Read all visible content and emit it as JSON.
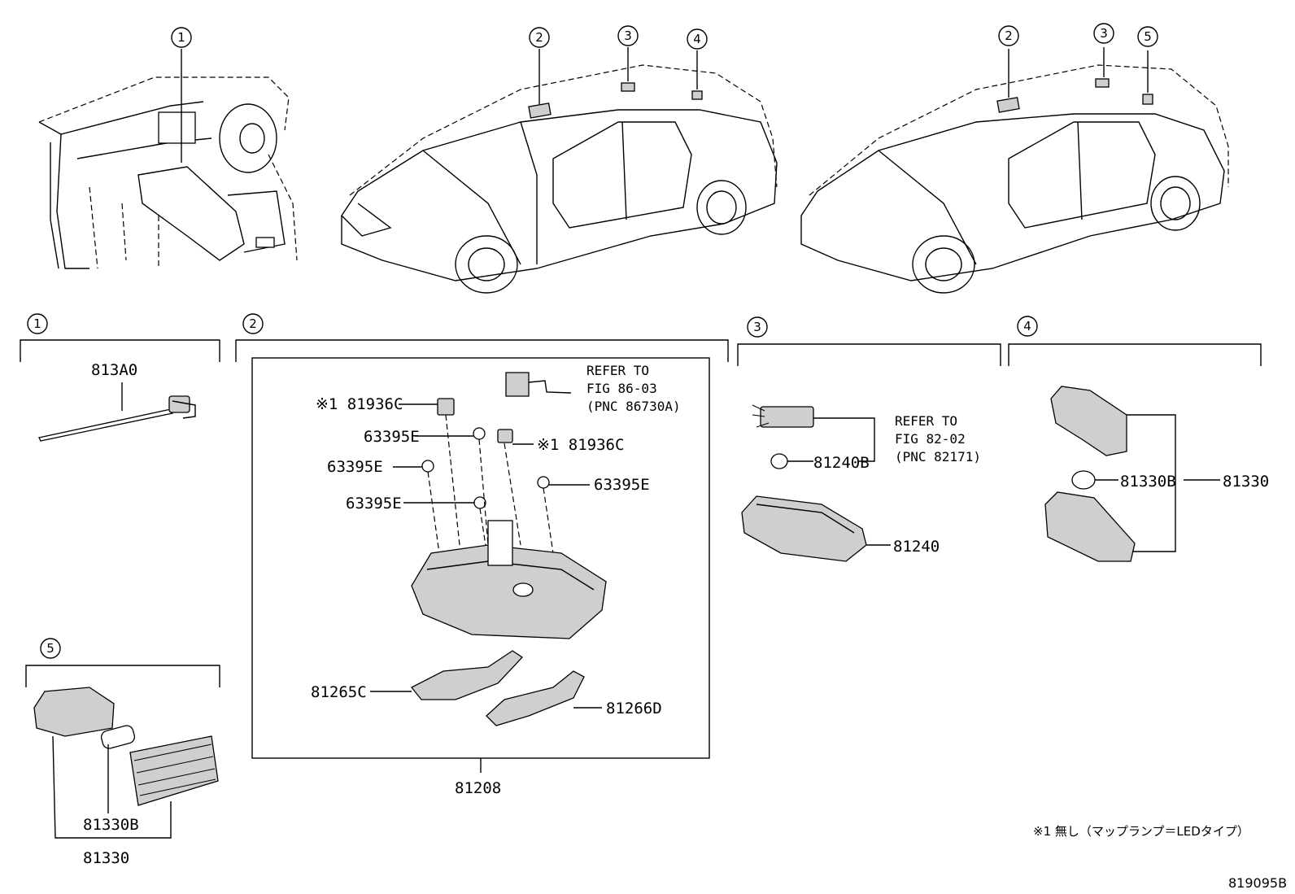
{
  "callouts": {
    "c1": "1",
    "c2": "2",
    "c3": "3",
    "c4": "4",
    "c5": "5"
  },
  "groups": {
    "g1": {
      "number": "1",
      "part": "813A0"
    },
    "g2": {
      "number": "2",
      "assembly": "81208",
      "refer_line1": "REFER TO",
      "refer_line2": "FIG 86-03",
      "refer_line3": "(PNC 86730A)",
      "p1": "※1 81936C",
      "p2": "63395E",
      "p3": "※1 81936C",
      "p4": "63395E",
      "p5": "63395E",
      "p6": "63395E",
      "p7": "81265C",
      "p8": "81266D"
    },
    "g3": {
      "number": "3",
      "refer_line1": "REFER TO",
      "refer_line2": "FIG 82-02",
      "refer_line3": "(PNC 82171)",
      "bulb": "81240B",
      "lamp": "81240"
    },
    "g4": {
      "number": "4",
      "bulb": "81330B",
      "lamp": "81330"
    },
    "g5": {
      "number": "5",
      "bulb": "81330B",
      "lamp": "81330"
    }
  },
  "footnote": "※1 無し（マップランプ＝LEDタイプ）",
  "figure_id": "819095B"
}
